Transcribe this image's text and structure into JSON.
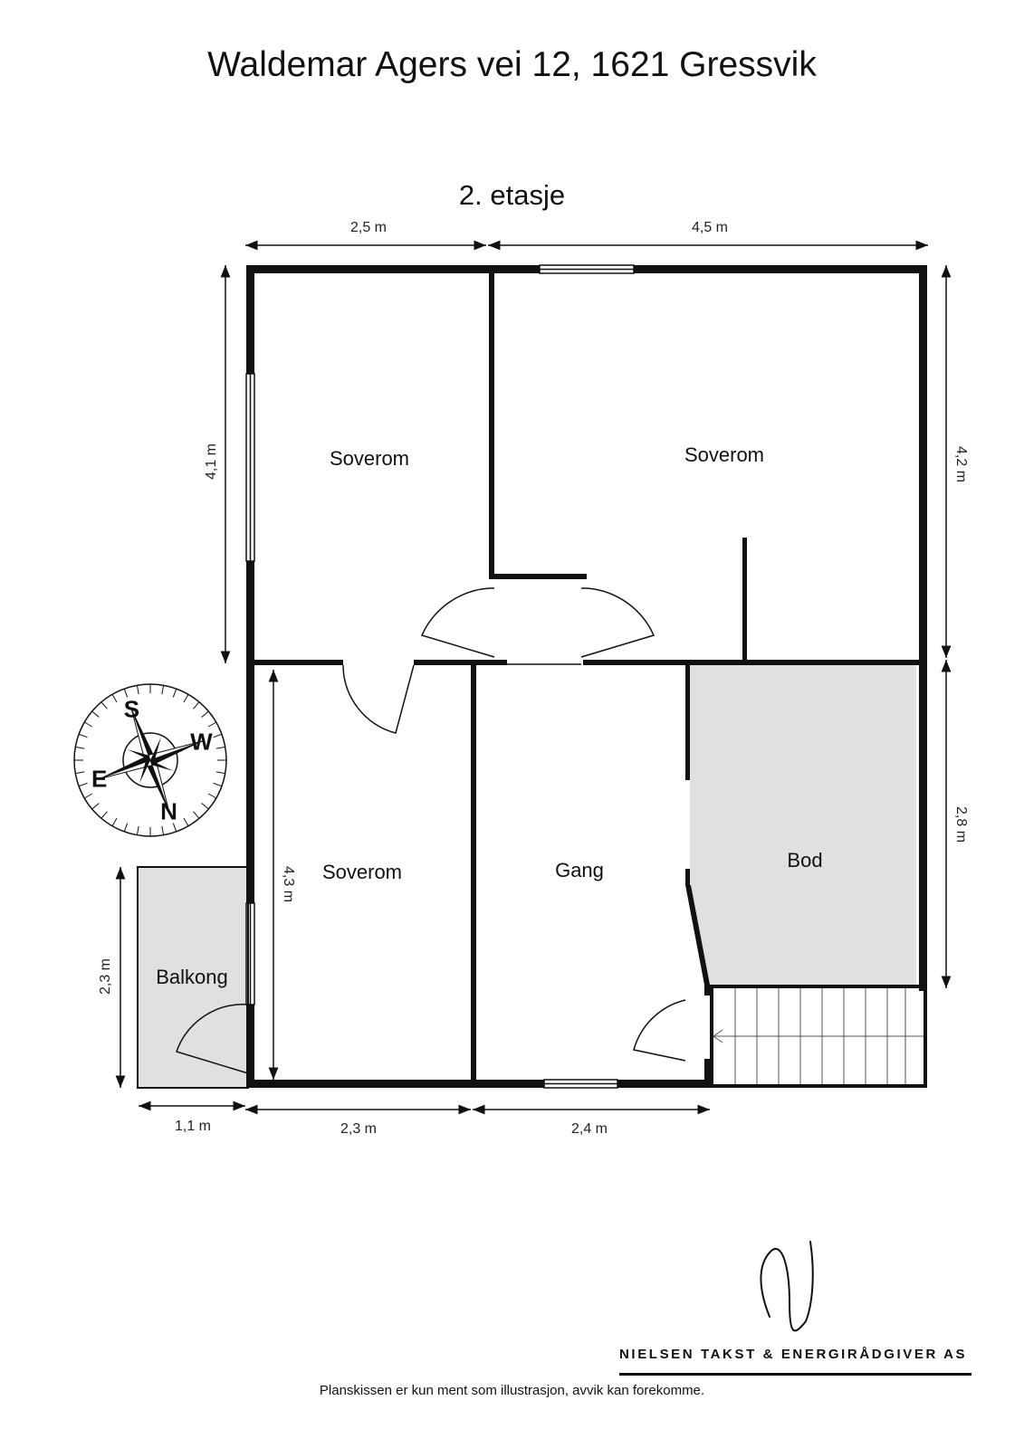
{
  "header": {
    "address": "Waldemar Agers vei 12, 1621 Gressvik",
    "floor": "2. etasje"
  },
  "rooms": {
    "soverom_top_left": "Soverom",
    "soverom_top_right": "Soverom",
    "soverom_bottom": "Soverom",
    "gang": "Gang",
    "bod": "Bod",
    "balkong": "Balkong"
  },
  "dimensions": {
    "top_left": "2,5 m",
    "top_right": "4,5 m",
    "left_upper": "4,1 m",
    "right_upper": "4,2 m",
    "right_lower": "2,8 m",
    "inner_left": "4,3 m",
    "balkong_height": "2,3 m",
    "bottom_balkong": "1,1 m",
    "bottom_middle": "2,3 m",
    "bottom_right": "2,4 m"
  },
  "compass": {
    "n": "N",
    "s": "S",
    "e": "E",
    "w": "W"
  },
  "footer": {
    "company": "NIELSEN TAKST & ENERGIRÅDGIVER AS",
    "disclaimer": "Planskissen er kun ment som illustrasjon, avvik kan forekomme."
  },
  "colors": {
    "wall": "#111111",
    "shaded_room": "#e0e0e0"
  }
}
